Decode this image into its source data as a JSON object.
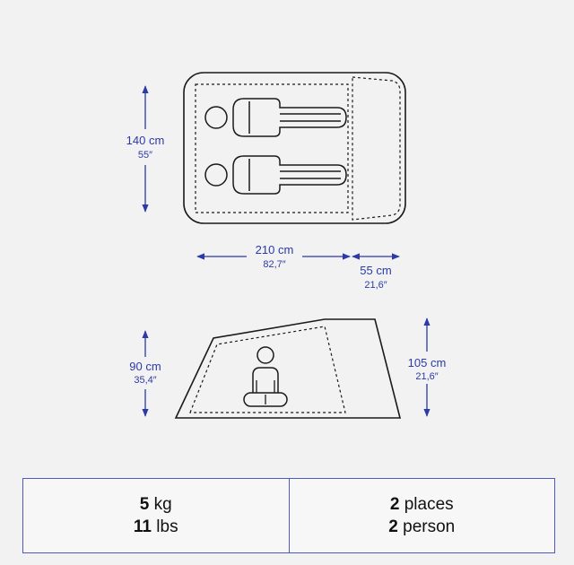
{
  "colors": {
    "accent": "#2b3aa8",
    "outline": "#1a1a1a",
    "box_border": "#4d5ac0"
  },
  "top_view": {
    "height_label": "140 cm",
    "height_label_in": "55″",
    "length_label": "210 cm",
    "length_label_in": "82,7″",
    "vestibule_label": "55 cm",
    "vestibule_label_in": "21,6″"
  },
  "side_view": {
    "rear_height_label": "90 cm",
    "rear_height_label_in": "35,4″",
    "front_height_label": "105 cm",
    "front_height_label_in": "21,6″"
  },
  "specs": {
    "weight_kg_value": "5",
    "weight_kg_unit": " kg",
    "weight_lbs_value": "11",
    "weight_lbs_unit": " lbs",
    "capacity_value": "2",
    "capacity_unit_fr": " places",
    "capacity_value_en": "2",
    "capacity_unit_en": " person"
  }
}
